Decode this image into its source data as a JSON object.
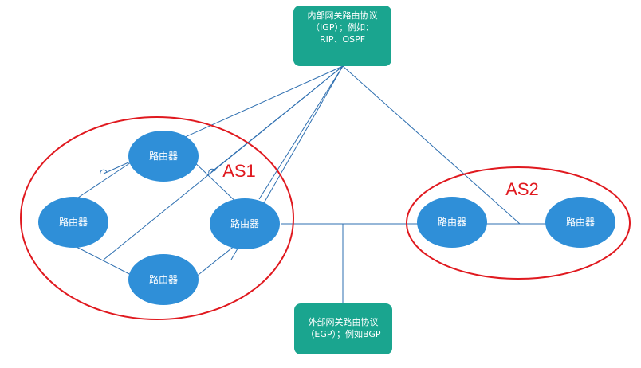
{
  "igp_box": {
    "line1": "内部网关路由协议",
    "line2": "（IGP）；例如：",
    "line3": "RIP、OSPF"
  },
  "egp_box": {
    "line1": "外部网关路由协议",
    "line2": "（EGP）；例如BGP"
  },
  "as1_label": "AS1",
  "as2_label": "AS2",
  "routers": {
    "as1_top": "路由器",
    "as1_left": "路由器",
    "as1_right": "路由器",
    "as1_bottom": "路由器",
    "as2_left": "路由器",
    "as2_right": "路由器"
  },
  "colors": {
    "router_fill": "#2f8fd8",
    "box_fill": "#1aa58f",
    "as_outline": "#e0191f",
    "link_line": "#2e6fb0"
  }
}
